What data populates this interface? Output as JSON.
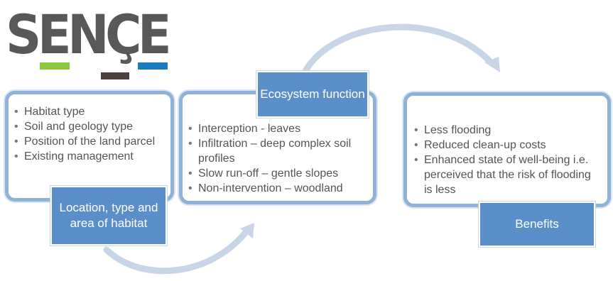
{
  "logo": {
    "text": "SENÇE",
    "colors": {
      "text": "#585858",
      "green": "#8dc63f",
      "brown": "#4a403c",
      "blue": "#1a7bbf"
    }
  },
  "boxes": [
    {
      "items": [
        "Habitat type",
        "Soil and geology type",
        "Position of the land parcel",
        "Existing management"
      ],
      "label": "Location, type and area of habitat"
    },
    {
      "items": [
        "Interception - leaves",
        "Infiltration – deep complex soil profiles",
        "Slow run-off – gentle slopes",
        "Non-intervention – woodland"
      ],
      "label": "Ecosystem function"
    },
    {
      "items": [
        "Less flooding",
        "Reduced clean-up costs",
        "Enhanced state of well-being i.e. perceived that the risk of flooding is less"
      ],
      "label": "Benefits"
    }
  ],
  "colors": {
    "box_border": "#8fb2d6",
    "label_fill": "#5b8fc9",
    "arrow": "#c8d6e8"
  }
}
